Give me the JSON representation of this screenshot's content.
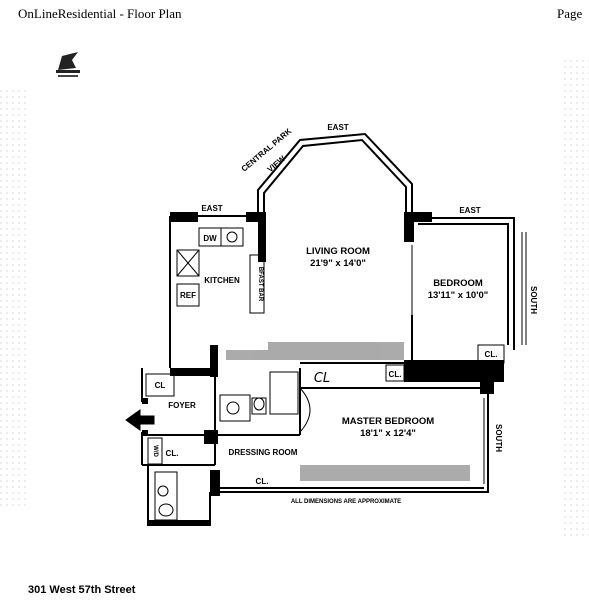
{
  "header": {
    "title": "OnLineResidential - Floor Plan",
    "page_label": "Page"
  },
  "footer": {
    "address": "301 West 57th Street"
  },
  "plan": {
    "compass": {
      "living_east": "EAST",
      "kitchen_east": "EAST",
      "bedroom_east": "EAST",
      "bedroom_south": "SOUTH",
      "master_south": "SOUTH"
    },
    "view_label": "CENTRAL PARK",
    "view_label_2": "VIEW",
    "rooms": {
      "living_name": "LIVING ROOM",
      "living_dims": "21'9\" x 14'0\"",
      "bedroom_name": "BEDROOM",
      "bedroom_dims": "13'11\" x 10'0\"",
      "master_name": "MASTER BEDROOM",
      "master_dims": "18'1\" x 12'4\"",
      "kitchen_name": "KITCHEN",
      "foyer_name": "FOYER",
      "dressing_name": "DRESSING ROOM"
    },
    "fixtures": {
      "dw": "DW",
      "ref": "REF",
      "breakfast_bar": "BFAST BAR",
      "wd": "W/D"
    },
    "closets": {
      "bedroom": "CL.",
      "foyer": "CL",
      "hall_hand": "CL",
      "hall": "CL.",
      "wd_closet": "CL.",
      "dressing": "CL."
    },
    "note": "ALL DIMENSIONS ARE APPROXIMATE"
  }
}
